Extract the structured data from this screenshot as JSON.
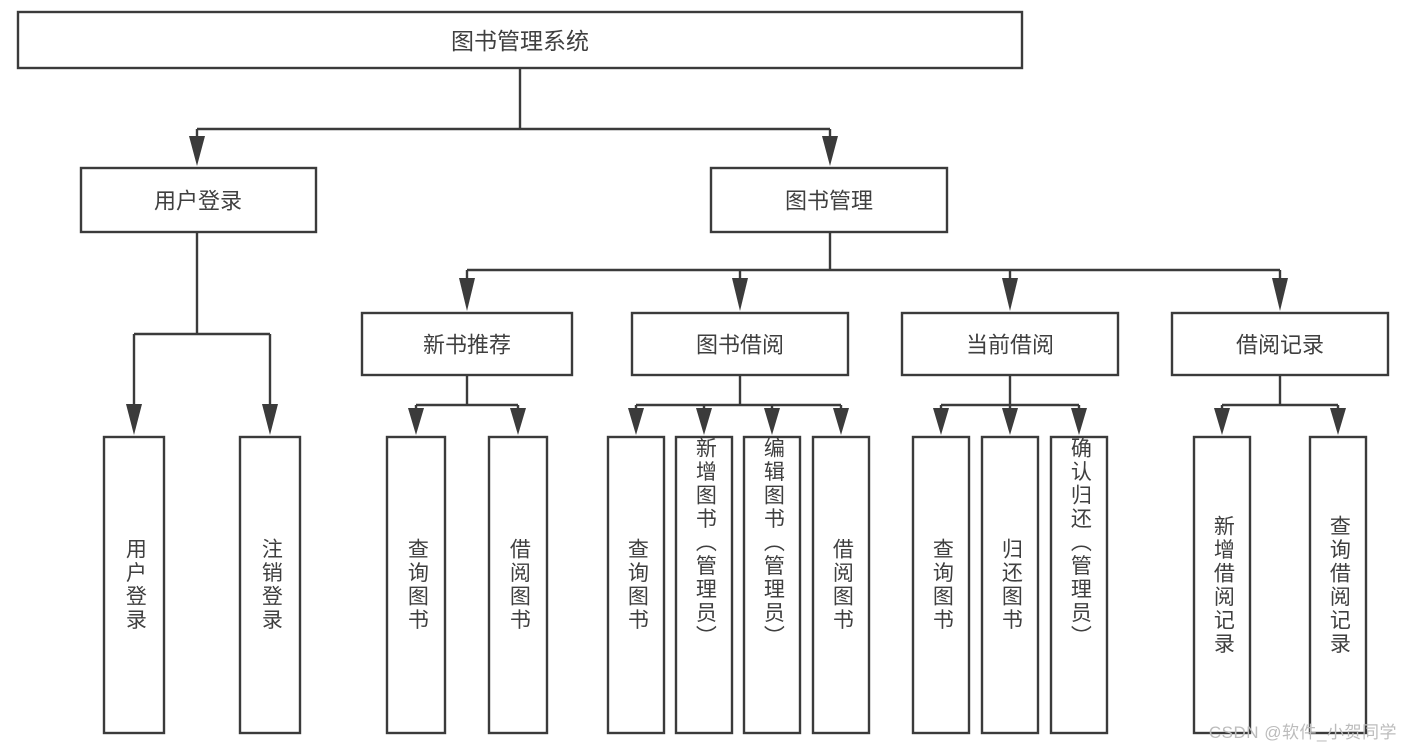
{
  "diagram": {
    "type": "tree",
    "title": "图书管理系统",
    "orientation": "top-down",
    "watermark": "CSDN @软件_小贺同学",
    "colors": {
      "background": "#ffffff",
      "box_fill": "#ffffff",
      "box_stroke": "#3b3b3b",
      "text": "#3f3f3f",
      "watermark": "#bcbcbc"
    },
    "nodes": {
      "root": {
        "label": "图书管理系统"
      },
      "level1": [
        {
          "id": "user-login",
          "label": "用户登录"
        },
        {
          "id": "book-management",
          "label": "图书管理"
        }
      ],
      "level2": [
        {
          "id": "new-book-recommend",
          "label": "新书推荐"
        },
        {
          "id": "book-borrow",
          "label": "图书借阅"
        },
        {
          "id": "current-borrow",
          "label": "当前借阅"
        },
        {
          "id": "borrow-record",
          "label": "借阅记录"
        }
      ],
      "leaves": {
        "user-login": [
          {
            "id": "leaf-user-login",
            "label": "用户登录"
          },
          {
            "id": "leaf-logout-login",
            "label": "注销登录"
          }
        ],
        "new-book-recommend": [
          {
            "id": "leaf-query-book-1",
            "label": "查询图书"
          },
          {
            "id": "leaf-borrow-book-1",
            "label": "借阅图书"
          }
        ],
        "book-borrow": [
          {
            "id": "leaf-query-book-2",
            "label": "查询图书"
          },
          {
            "id": "leaf-add-book",
            "label": "新增图书（管理员）"
          },
          {
            "id": "leaf-edit-book",
            "label": "编辑图书（管理员）"
          },
          {
            "id": "leaf-borrow-book-2",
            "label": "借阅图书"
          }
        ],
        "current-borrow": [
          {
            "id": "leaf-query-book-3",
            "label": "查询图书"
          },
          {
            "id": "leaf-return-book",
            "label": "归还图书"
          },
          {
            "id": "leaf-confirm-return",
            "label": "确认归还（管理员）"
          }
        ],
        "borrow-record": [
          {
            "id": "leaf-add-record",
            "label": "新增借阅记录"
          },
          {
            "id": "leaf-query-record",
            "label": "查询借阅记录"
          }
        ]
      }
    }
  }
}
